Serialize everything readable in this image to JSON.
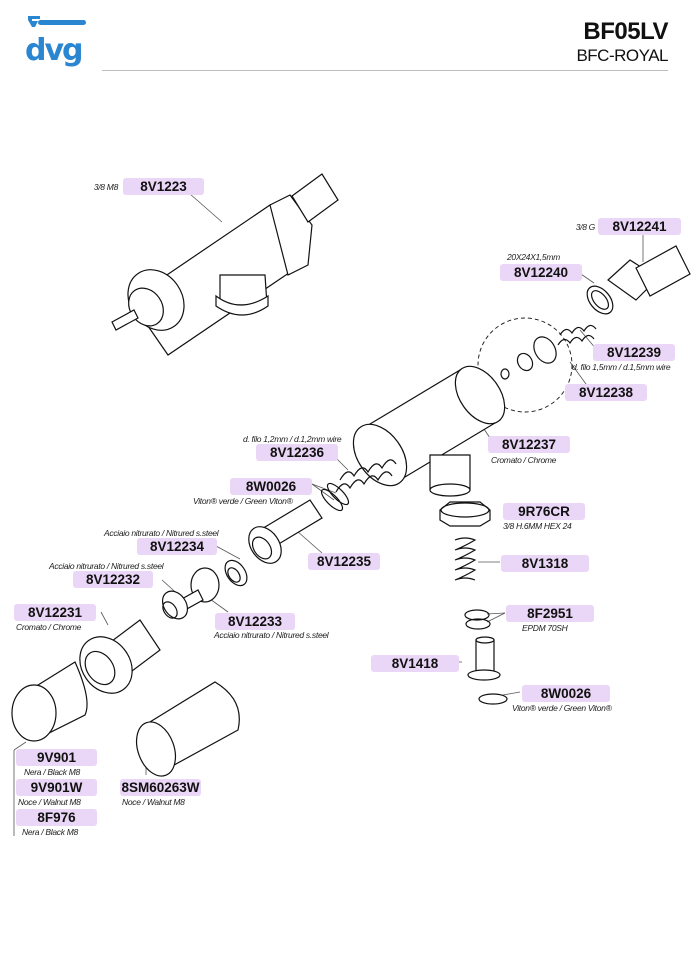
{
  "header": {
    "brand": "dvg",
    "model_code": "BF05LV",
    "model_name": "BFC-ROYAL",
    "brand_color": "#2a86d1",
    "label_color": "#ead6f6"
  },
  "parts": [
    {
      "code": "8V1223",
      "note": "3/8 M8"
    },
    {
      "code": "8V12241",
      "note": "3/8 G"
    },
    {
      "code": "8V12240",
      "note": "20X24X1,5mm"
    },
    {
      "code": "8V12239",
      "note": "d. filo 1,5mm / d.1,5mm wire"
    },
    {
      "code": "8V12238",
      "note": ""
    },
    {
      "code": "8V12237",
      "note": "Cromato / Chrome"
    },
    {
      "code": "8V12236",
      "note": "d. filo 1,2mm / d.1,2mm wire"
    },
    {
      "code": "8W0026",
      "note": "Viton® verde / Green Viton®"
    },
    {
      "code": "8V12235",
      "note": ""
    },
    {
      "code": "8V12234",
      "note": "Acciaio nitrurato /  Nitrured s.steel"
    },
    {
      "code": "8V12232",
      "note": "Acciaio nitrurato /  Nitrured s.steel"
    },
    {
      "code": "8V12233",
      "note": "Acciaio nitrurato /  Nitrured s.steel"
    },
    {
      "code": "8V12231",
      "note": "Cromato / Chrome"
    },
    {
      "code": "9R76CR",
      "note": "3/8 H.6MM HEX 24"
    },
    {
      "code": "8V1318",
      "note": ""
    },
    {
      "code": "8F2951",
      "note": "EPDM 70SH"
    },
    {
      "code": "8V1418",
      "note": ""
    },
    {
      "code": "8W0026",
      "note": "Viton® verde / Green Viton®"
    },
    {
      "code": "9V901",
      "note": "Nera / Black M8"
    },
    {
      "code": "9V901W",
      "note": "Noce / Walnut M8"
    },
    {
      "code": "8F976",
      "note": "Nera / Black M8"
    },
    {
      "code": "8SM60263W",
      "note": "Noce / Walnut M8"
    }
  ]
}
